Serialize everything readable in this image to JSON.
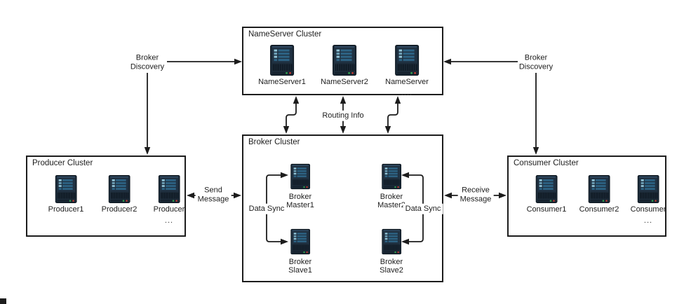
{
  "clusters": {
    "nameserver": {
      "title": "NameServer Cluster",
      "nodes": [
        {
          "label": "NameServer1"
        },
        {
          "label": "NameServer2"
        },
        {
          "label": "NameServer",
          "dots": "...."
        }
      ]
    },
    "broker": {
      "title": "Broker Cluster",
      "nodes": [
        {
          "label": "Broker",
          "sublabel": "Master1"
        },
        {
          "label": "Broker",
          "sublabel": "Master2"
        },
        {
          "label": "Broker",
          "sublabel": "Slave1"
        },
        {
          "label": "Broker",
          "sublabel": "Slave2"
        }
      ]
    },
    "producer": {
      "title": "Producer Cluster",
      "nodes": [
        {
          "label": "Producer1"
        },
        {
          "label": "Producer2"
        },
        {
          "label": "Producer",
          "dots": "..."
        }
      ]
    },
    "consumer": {
      "title": "Consumer Cluster",
      "nodes": [
        {
          "label": "Consumer1"
        },
        {
          "label": "Consumer2"
        },
        {
          "label": "Consumer",
          "dots": "..."
        }
      ]
    }
  },
  "edges": {
    "broker_discovery_left": {
      "line1": "Broker",
      "line2": "Discovery"
    },
    "broker_discovery_right": {
      "line1": "Broker",
      "line2": "Discovery"
    },
    "routing_info": {
      "label": "Routing Info"
    },
    "send_message": {
      "line1": "Send",
      "line2": "Message"
    },
    "receive_message": {
      "line1": "Receive",
      "line2": "Message"
    },
    "data_sync_left": {
      "label": "Data Sync"
    },
    "data_sync_right": {
      "label": "Data Sync"
    }
  },
  "colors": {
    "line": "#1c1c1c",
    "server_body": "#1d2c3a",
    "server_screen": "#203243",
    "server_bar": "#2d6384",
    "server_bar_light": "#8fc3d6",
    "vent_dark": "#0a141d",
    "led_green": "#2fa14f",
    "led_red": "#bf3a32"
  }
}
